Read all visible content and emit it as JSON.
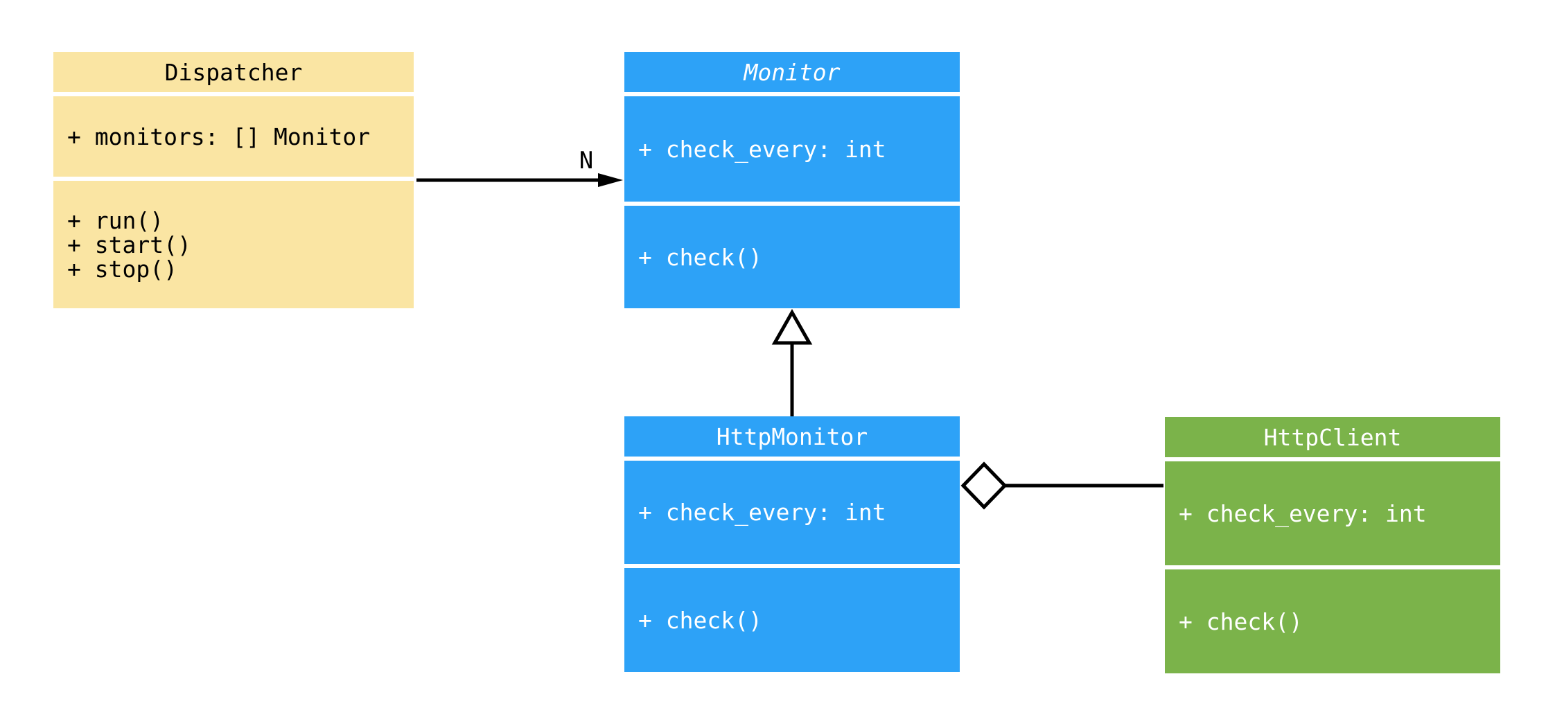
{
  "colors": {
    "background": "#ffffff",
    "dispatcher_fill": "#fae5a3",
    "dispatcher_text": "#000000",
    "monitor_fill": "#2da2f7",
    "client_fill": "#7bb34a",
    "box_text_light": "#ffffff",
    "connector": "#000000"
  },
  "classes": {
    "dispatcher": {
      "title": "Dispatcher",
      "attributes": [
        "+ monitors: [] Monitor"
      ],
      "methods": [
        "+ run()",
        "+ start()",
        "+ stop()"
      ]
    },
    "monitor": {
      "title": "Monitor",
      "abstract": true,
      "attributes": [
        "+ check_every: int"
      ],
      "methods": [
        "+ check()"
      ]
    },
    "http_monitor": {
      "title": "HttpMonitor",
      "attributes": [
        "+ check_every: int"
      ],
      "methods": [
        "+ check()"
      ]
    },
    "http_client": {
      "title": "HttpClient",
      "attributes": [
        "+ check_every: int"
      ],
      "methods": [
        "+ check()"
      ]
    }
  },
  "relationships": {
    "association": {
      "from": "Dispatcher",
      "to": "Monitor",
      "label": "N",
      "type": "directed-association"
    },
    "generalization": {
      "from": "HttpMonitor",
      "to": "Monitor",
      "type": "inheritance"
    },
    "aggregation": {
      "from": "HttpMonitor",
      "to": "HttpClient",
      "type": "aggregation"
    }
  }
}
